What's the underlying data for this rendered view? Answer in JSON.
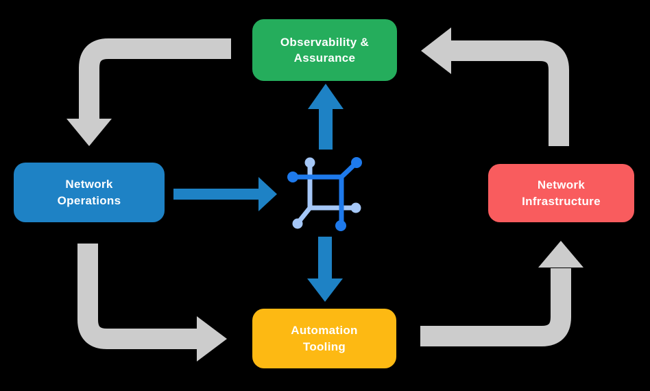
{
  "background": "#000000",
  "text_color": "#FFFFFF",
  "nodes": [
    {
      "id": "observability-assurance",
      "label": "Observability &\nAssurance",
      "color": "#25AD5C"
    },
    {
      "id": "network-operations",
      "label": "Network\nOperations",
      "color": "#1E82C5"
    },
    {
      "id": "network-infrastructure",
      "label": "Network\nInfrastructure",
      "color": "#F95C5E"
    },
    {
      "id": "automation-tooling",
      "label": "Automation\nTooling",
      "color": "#FDB913"
    }
  ],
  "colors": {
    "cycle_arrow_gray": "#CCCCCC",
    "flow_arrow_blue": "#1E82C5",
    "icon_dark_blue": "#1E7AEC",
    "icon_light_blue": "#A5C7F7"
  },
  "icon": {
    "name": "network-automation-core-icon"
  },
  "arrows": {
    "cycle": [
      {
        "from": "Observability & Assurance",
        "to": "Network Operations"
      },
      {
        "from": "Network Operations",
        "to": "Automation Tooling"
      },
      {
        "from": "Automation Tooling",
        "to": "Network Infrastructure"
      },
      {
        "from": "Network Infrastructure",
        "to": "Observability & Assurance"
      }
    ],
    "flow": [
      {
        "from": "Network Operations",
        "to": "core"
      },
      {
        "from": "core",
        "to": "Observability & Assurance"
      },
      {
        "from": "core",
        "to": "Automation Tooling"
      }
    ]
  }
}
